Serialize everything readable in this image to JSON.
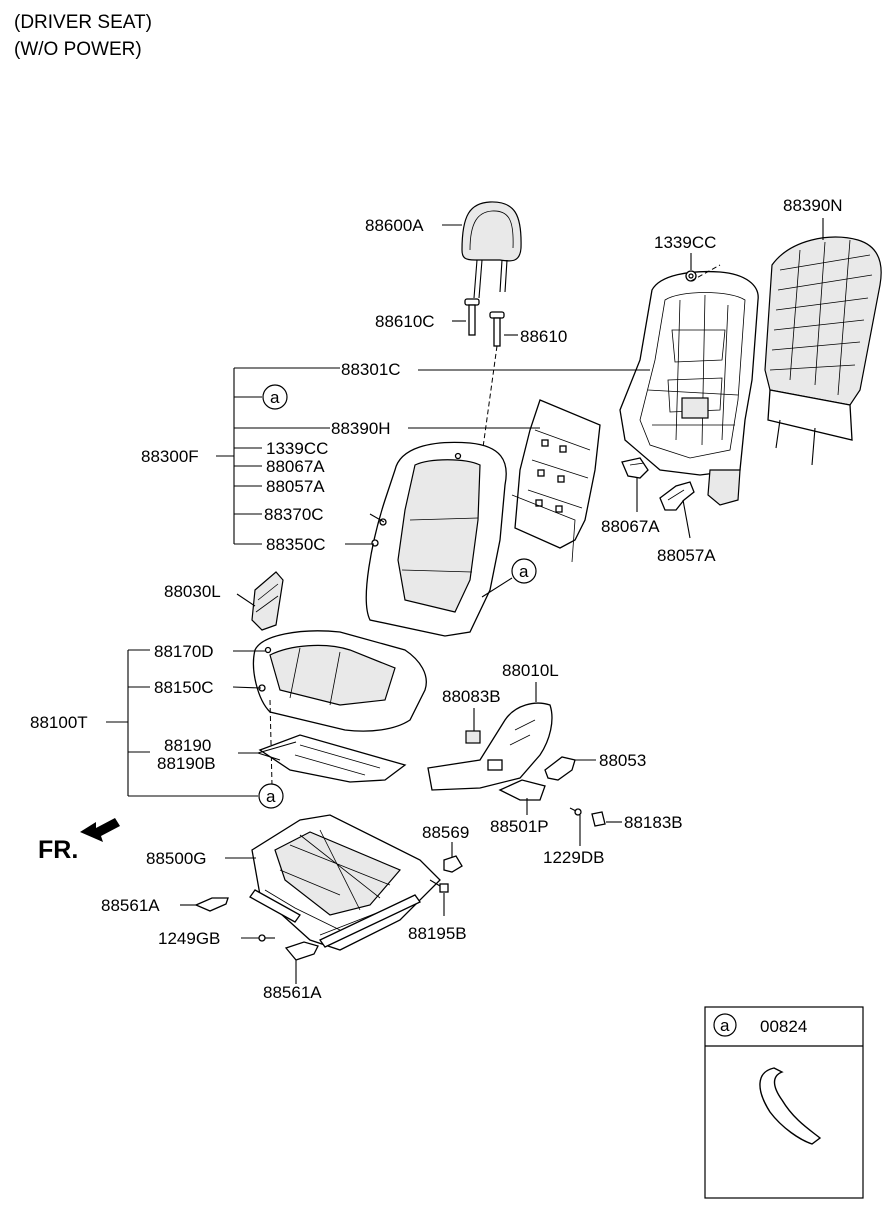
{
  "header": {
    "line1": "(DRIVER SEAT)",
    "line2": "(W/O POWER)"
  },
  "front_marker": "FR.",
  "circle_ref": "a",
  "legend": {
    "ref": "a",
    "part_no": "00824"
  },
  "labels": {
    "p88600A": "88600A",
    "p88610C": "88610C",
    "p88610": "88610",
    "p88390N": "88390N",
    "p1339CC_top": "1339CC",
    "p88301C": "88301C",
    "p88390H": "88390H",
    "p88300F": "88300F",
    "p1339CC": "1339CC",
    "p88067A": "88067A",
    "p88057A": "88057A",
    "p88370C": "88370C",
    "p88350C": "88350C",
    "p88067A_r": "88067A",
    "p88057A_r": "88057A",
    "p88030L": "88030L",
    "p88170D": "88170D",
    "p88150C": "88150C",
    "p88100T": "88100T",
    "p88190": "88190",
    "p88190B": "88190B",
    "p88010L": "88010L",
    "p88083B": "88083B",
    "p88053": "88053",
    "p88501P": "88501P",
    "p88183B": "88183B",
    "p1229DB": "1229DB",
    "p88569": "88569",
    "p88500G": "88500G",
    "p88561A_l": "88561A",
    "p88195B": "88195B",
    "p1249GB": "1249GB",
    "p88561A_b": "88561A"
  }
}
